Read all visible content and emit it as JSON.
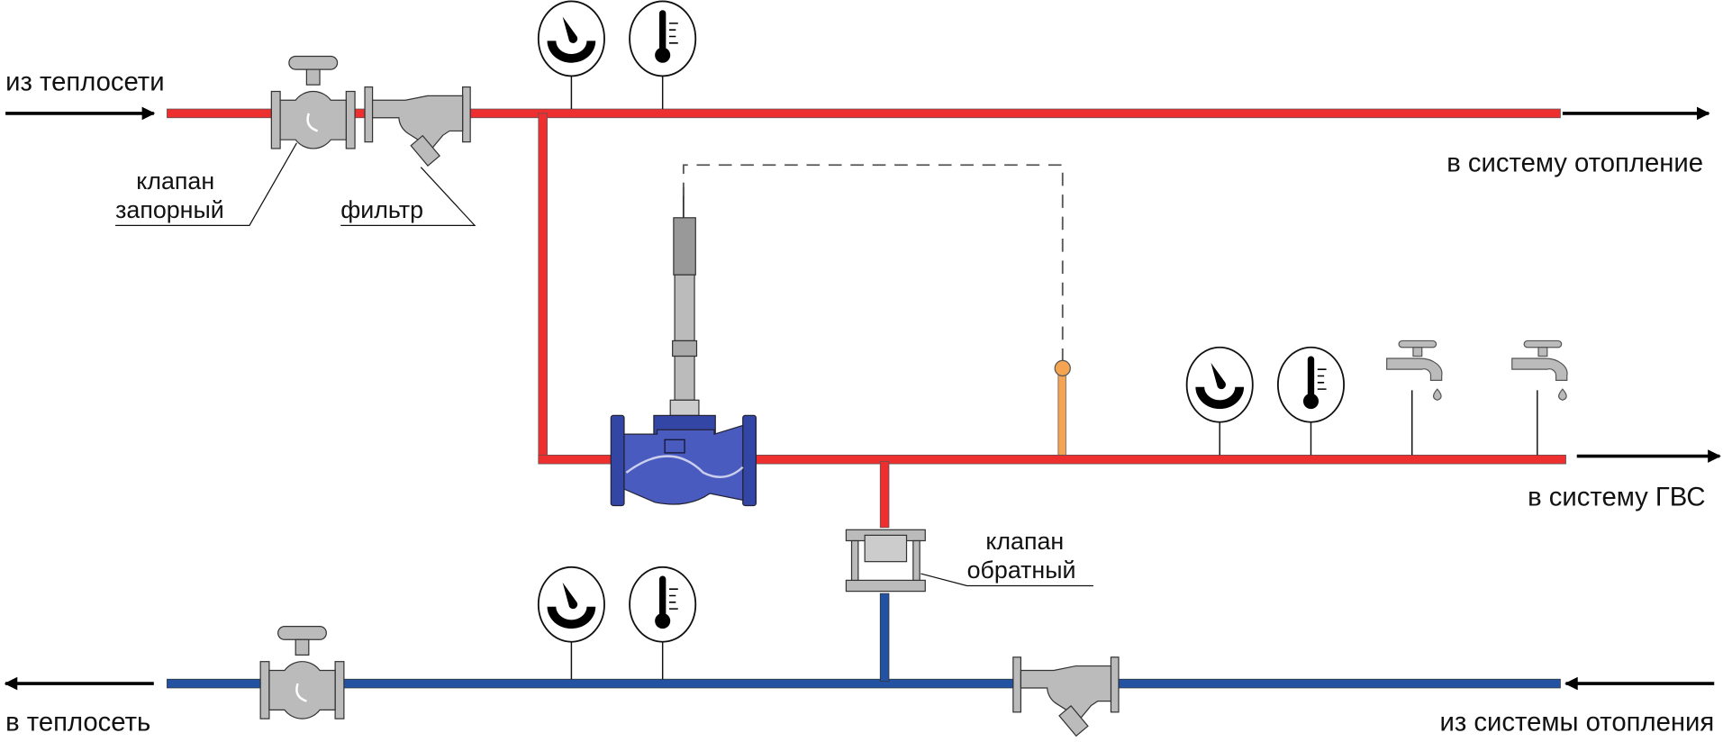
{
  "labels": {
    "from_heat_network": "из теплосети",
    "shutoff_valve_line1": "клапан",
    "shutoff_valve_line2": "запорный",
    "filter": "фильтр",
    "to_heating_system": "в систему отопление",
    "to_hot_water_system": "в систему ГВС",
    "check_valve_line1": "клапан",
    "check_valve_line2": "обратный",
    "to_heat_network": "в теплосеть",
    "from_heating_system": "из системы отопления"
  },
  "colors": {
    "supply_pipe": "#ee2f2f",
    "return_pipe": "#2352a3",
    "valve_gray": "#b8b8b8",
    "control_valve_blue": "#3346a6",
    "sensor_orange": "#f5a551"
  }
}
